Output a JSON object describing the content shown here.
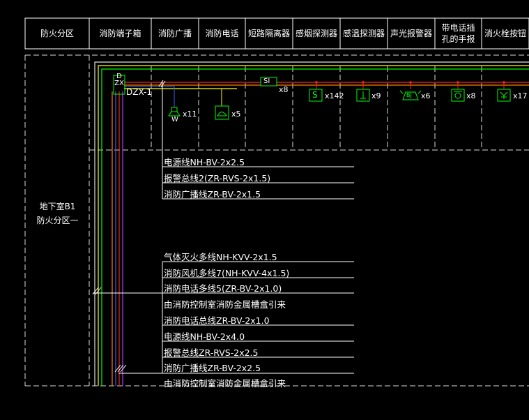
{
  "header": {
    "col_zone": "防火分区",
    "col_terminal_box": "消防端子箱",
    "col_broadcast": "消防广播",
    "col_phone": "消防电话",
    "col_isolator": "短路隔离器",
    "col_smoke": "感烟探测器",
    "col_heat": "感温探测器",
    "col_sounder": "声光报警器",
    "col_manual_line1": "带电话插",
    "col_manual_line2": "孔的手报",
    "col_hydrant": "消火栓按钮"
  },
  "zone": {
    "line1": "地下室B1",
    "line2": "防火分区一"
  },
  "devices": {
    "dzx_symbol": "DZX",
    "dzx_label": "DZX-1",
    "si_symbol": "SI",
    "si_count": "x8",
    "smoke_symbol": "S",
    "smoke_count": "x142",
    "heat_count": "x9",
    "sounder_symbol": "BJ",
    "sounder_count": "x6",
    "manual_count": "x8",
    "hydrant_count": "x17",
    "speaker_symbol": "W",
    "speaker_count": "x11",
    "phone_count": "x5"
  },
  "cables_upper": [
    "电源线NH-BV-2x2.5",
    "报警总线2(ZR-RVS-2x1.5)",
    "消防广播线ZR-BV-2x1.5"
  ],
  "cables_lower": [
    "气体灭火多线NH-KVV-2x1.5",
    "消防风机多线7(NH-KVV-4x1.5)",
    "消防电话多线5(ZR-BV-2x1.0)",
    "由消防控制室消防金属槽盒引来",
    "消防电话总线ZR-BV-2x1.0",
    "电源线NH-BV-2x4.0",
    "报警总线ZR-RVS-2x2.5",
    "消防广播线ZR-BV-2x2.5",
    "由消防控制室消防金属槽盒引来"
  ],
  "colors": {
    "background": "#000000",
    "frame": "#ffffff",
    "device_green": "#00ff00",
    "red": "#ff2020",
    "orange": "#ff8000",
    "yellow": "#ffff00",
    "blue": "#3060ff",
    "violet": "#b040ff",
    "white_line": "#e0e0e0"
  }
}
